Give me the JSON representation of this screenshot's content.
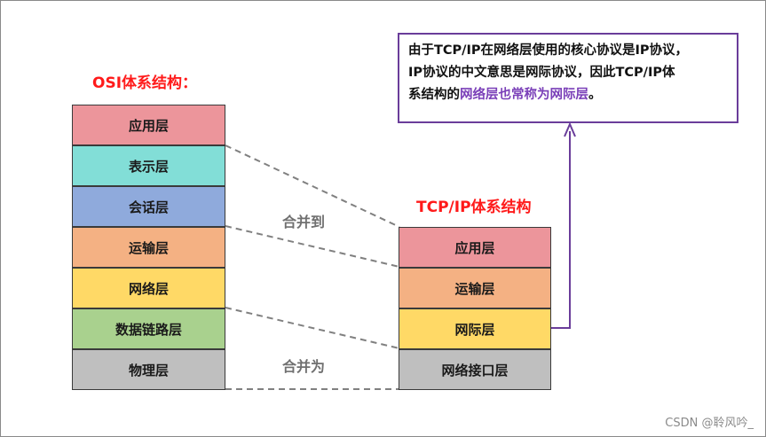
{
  "osi": {
    "title": "OSI体系结构：",
    "layers": [
      "应用层",
      "表示层",
      "会话层",
      "运输层",
      "网络层",
      "数据链路层",
      "物理层"
    ]
  },
  "tcpip": {
    "title": "TCP/IP体系结构",
    "layers": [
      "应用层",
      "运输层",
      "网际层",
      "网络接口层"
    ]
  },
  "merge_labels": {
    "upper": "合并到",
    "lower": "合并为"
  },
  "note": {
    "line1": "由于TCP/IP在网络层使用的核心协议是IP协议，",
    "line2": "IP协议的中文意思是网际协议，因此TCP/IP体",
    "line3_prefix": "系结构的",
    "line3_highlight": "网络层也常称为网际层",
    "line3_suffix": "。"
  },
  "watermark": "CSDN @聆风吟_",
  "colors": {
    "title_red": "#ff1a1a",
    "note_border_purple": "#6a3d9a",
    "highlight_purple": "#7a3fb8",
    "application": "#ec959b",
    "presentation": "#82ded7",
    "session": "#8faadc",
    "transport": "#f4b183",
    "network": "#ffd966",
    "datalink": "#a9d18e",
    "physical": "#bfbfbf"
  }
}
